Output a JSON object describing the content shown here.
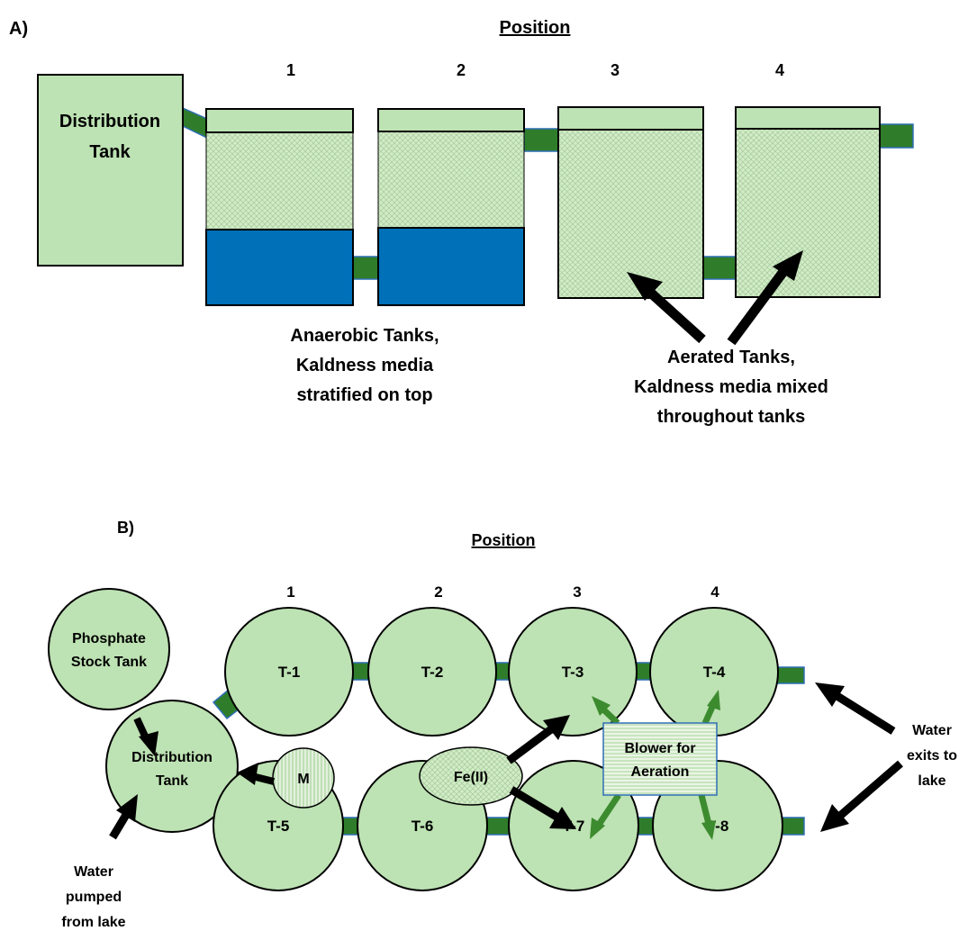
{
  "panel_a": {
    "label": "A)",
    "title": "Position",
    "positions": [
      "1",
      "2",
      "3",
      "4"
    ],
    "distribution_tank": [
      "Distribution",
      "Tank"
    ],
    "anaerobic_caption": [
      "Anaerobic Tanks,",
      "Kaldness media",
      "stratified on top"
    ],
    "aerated_caption": [
      "Aerated Tanks,",
      "Kaldness media mixed",
      "throughout tanks"
    ]
  },
  "panel_b": {
    "label": "B)",
    "title": "Position",
    "positions": [
      "1",
      "2",
      "3",
      "4"
    ],
    "phosphate_tank": [
      "Phosphate",
      "Stock Tank"
    ],
    "distribution_tank": [
      "Distribution",
      "Tank"
    ],
    "mixer": "M",
    "iron": "Fe(II)",
    "blower": [
      "Blower for",
      "Aeration"
    ],
    "tanks_top": [
      "T-1",
      "T-2",
      "T-3",
      "T-4"
    ],
    "tanks_bottom": [
      "T-5",
      "T-6",
      "T-7",
      "T-8"
    ],
    "water_in": [
      "Water",
      "pumped",
      "from lake"
    ],
    "water_out": [
      "Water",
      "exits to",
      "lake"
    ]
  },
  "colors": {
    "tank_fill": "#bde2b3",
    "pipe": "#2f7d2a",
    "water": "#0070b8",
    "green_arrow": "#3d8b2f"
  }
}
